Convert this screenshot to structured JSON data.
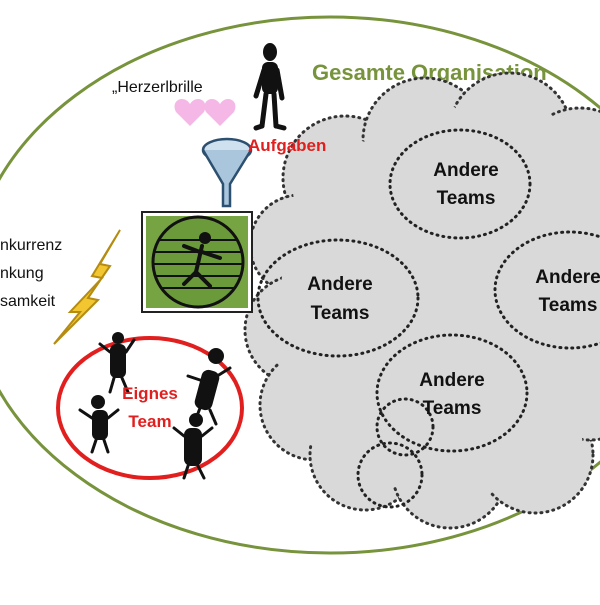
{
  "organization": {
    "title": "Gesamte Organisation",
    "title_color": "#77933c",
    "outline_color": "#77933c"
  },
  "top_left": {
    "glasses_label": "„Herzerlbrille",
    "tasks_label": "Aufgaben"
  },
  "side_labels": [
    "nkurrenz",
    "nkung",
    "samkeit"
  ],
  "own_team": {
    "line1": "Eignes",
    "line2": "Team",
    "color": "#e21f1f"
  },
  "other_teams": [
    {
      "line1": "Andere",
      "line2": "Teams"
    },
    {
      "line1": "Andere",
      "line2": "Teams"
    },
    {
      "line1": "Andere",
      "line2": "Teams"
    },
    {
      "line1": "Andere",
      "line2": "Teams"
    }
  ],
  "colors": {
    "cloud_fill": "#d9d9d9",
    "dotted": "#333333",
    "heart": "#f5b8e6",
    "lightning": "#f2c630",
    "wheel_bg": "#77a443"
  },
  "icons": [
    "heart-icon",
    "funnel-icon",
    "stick-figure-icon",
    "hamster-wheel-icon",
    "lightning-icon",
    "team-figure-icon"
  ]
}
